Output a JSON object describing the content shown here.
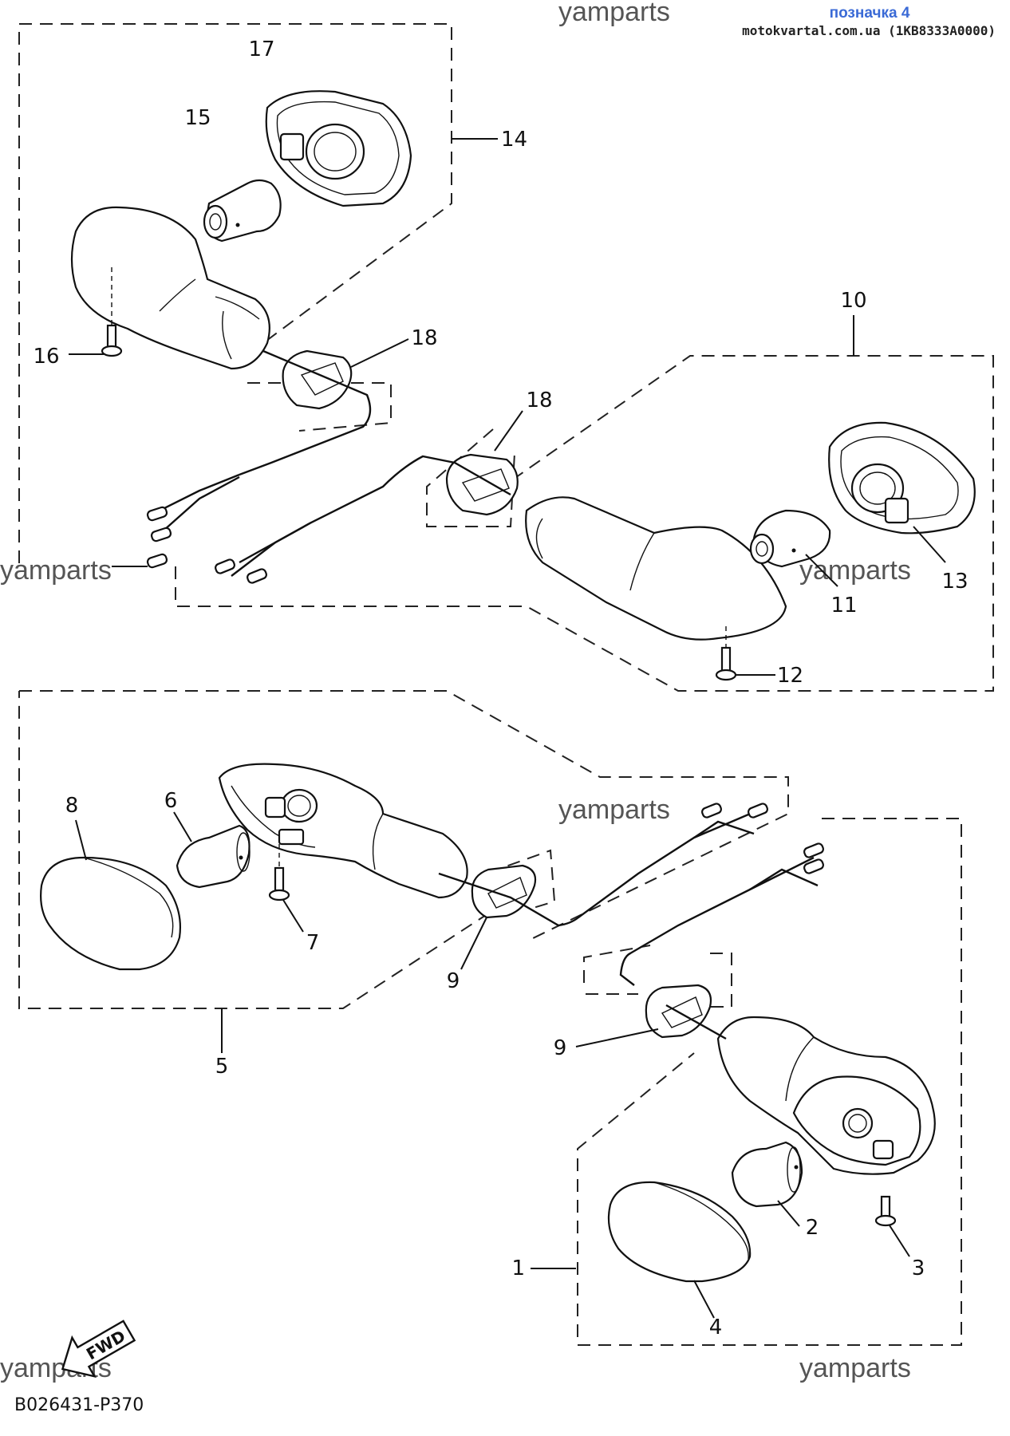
{
  "header": {
    "title": "позначка 4",
    "source": "motokvartal.com.ua (1KB8333A0000)"
  },
  "watermarks": [
    "yamparts",
    "yamparts",
    "yamparts",
    "yamparts",
    "yamparts",
    "yamparts"
  ],
  "diagram_code": "B026431-P370",
  "fwd_label": "FWD",
  "callouts": {
    "c1": "1",
    "c2": "2",
    "c3": "3",
    "c4": "4",
    "c5": "5",
    "c6": "6",
    "c7": "7",
    "c8": "8",
    "c9a": "9",
    "c9b": "9",
    "c10": "10",
    "c11": "11",
    "c12": "12",
    "c13": "13",
    "c14": "14",
    "c15": "15",
    "c16": "16",
    "c17": "17",
    "c18a": "18",
    "c18b": "18"
  },
  "colors": {
    "title": "#3a6ad6",
    "line": "#111111",
    "watermark": "#555555"
  }
}
